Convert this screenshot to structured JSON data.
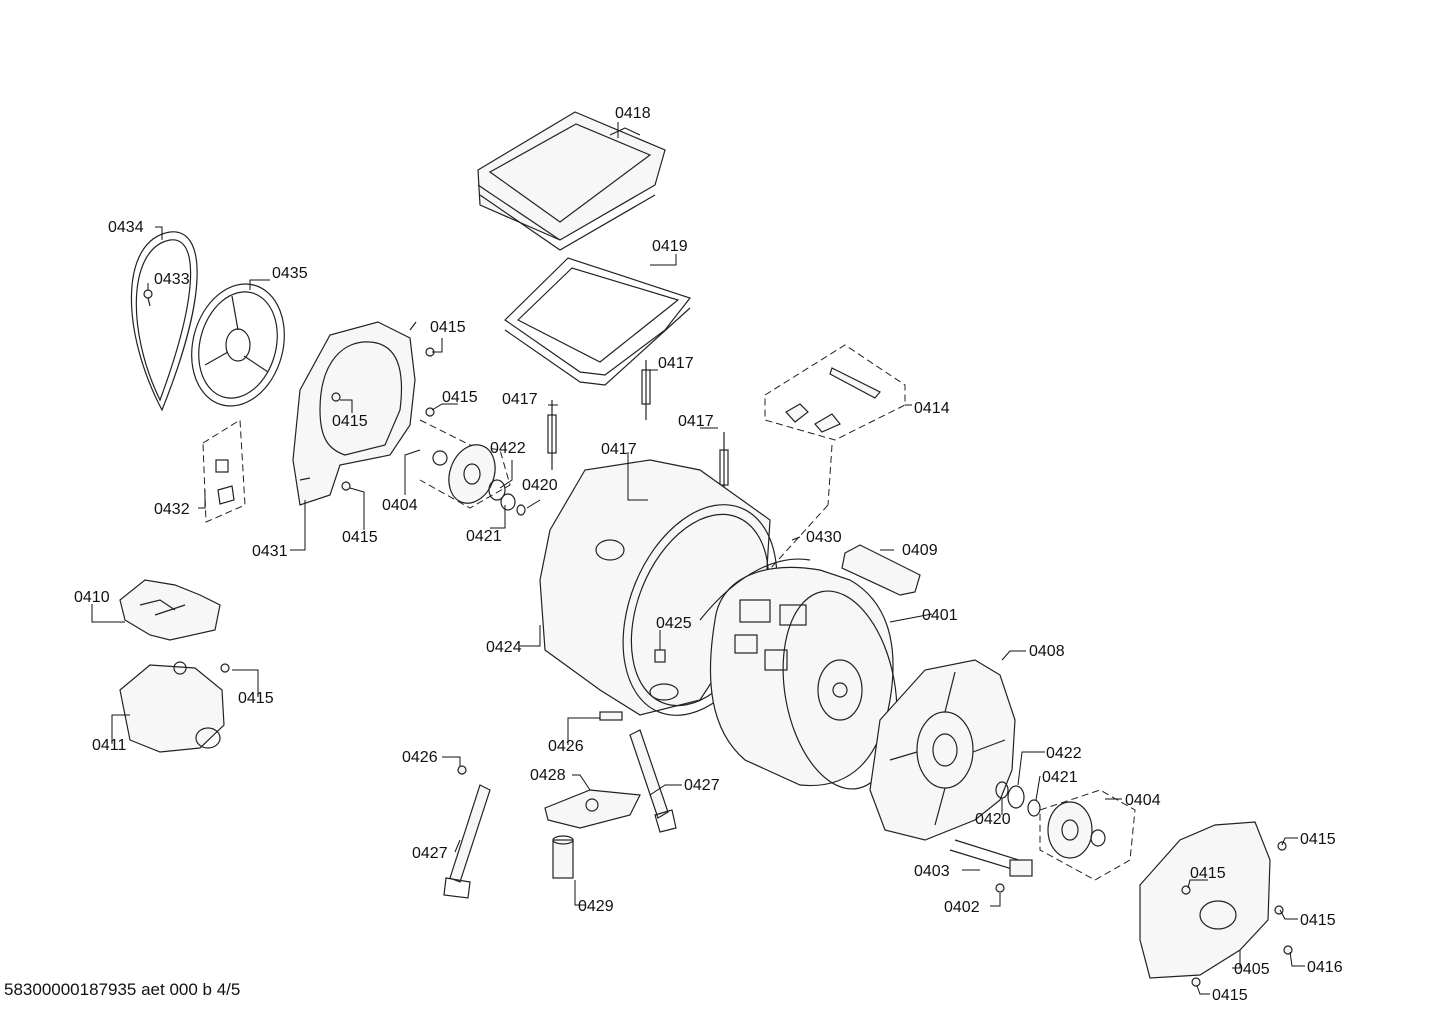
{
  "footer": {
    "code": "58300000187935 aet 000 b 4/5"
  },
  "callouts": {
    "c0418": "0418",
    "c0419": "0419",
    "c0434": "0434",
    "c0433": "0433",
    "c0435": "0435",
    "c0415a": "0415",
    "c0415b": "0415",
    "c0415c": "0415",
    "c0415d": "0415",
    "c0417a": "0417",
    "c0417b": "0417",
    "c0417c": "0417",
    "c0417d": "0417",
    "c0414": "0414",
    "c0422a": "0422",
    "c0420a": "0420",
    "c0404a": "0404",
    "c0421a": "0421",
    "c0432": "0432",
    "c0431": "0431",
    "c0430": "0430",
    "c0409": "0409",
    "c0401": "0401",
    "c0410": "0410",
    "c0424": "0424",
    "c0425": "0425",
    "c0408": "0408",
    "c0415e": "0415",
    "c0411": "0411",
    "c0426a": "0426",
    "c0426b": "0426",
    "c0428": "0428",
    "c0427a": "0427",
    "c0427b": "0427",
    "c0422b": "0422",
    "c0421b": "0421",
    "c0404b": "0404",
    "c0420b": "0420",
    "c0415f": "0415",
    "c0403": "0403",
    "c0415g": "0415",
    "c0415h": "0415",
    "c0429": "0429",
    "c0402": "0402",
    "c0405": "0405",
    "c0416": "0416",
    "c0415i": "0415"
  }
}
